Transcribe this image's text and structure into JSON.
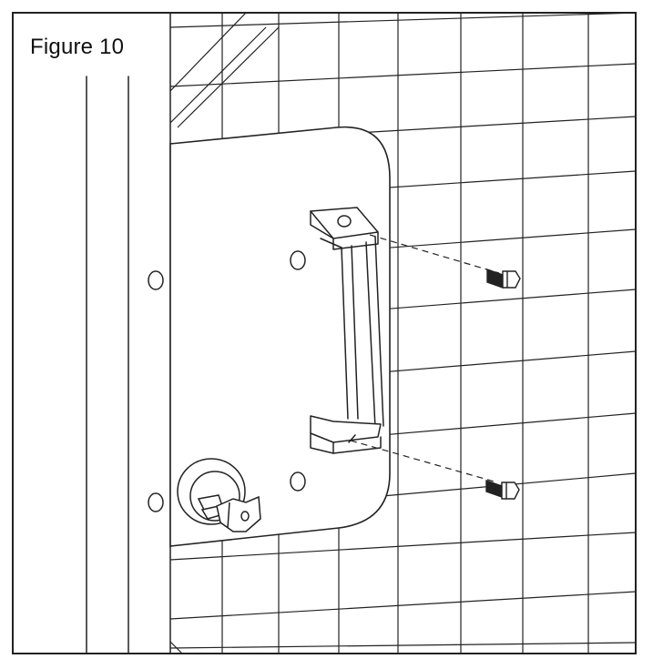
{
  "figure": {
    "caption": "Figure 10"
  },
  "colors": {
    "line": "#222222",
    "background": "#ffffff"
  },
  "icons": [
    "handle",
    "screw",
    "key",
    "lock-cylinder",
    "wire-mesh"
  ]
}
